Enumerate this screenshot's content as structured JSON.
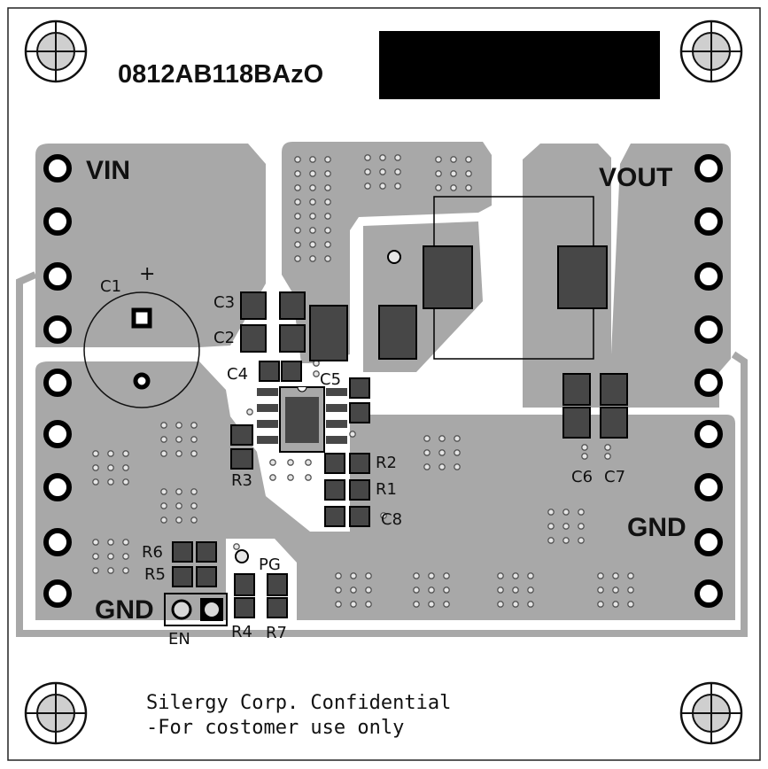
{
  "board": {
    "part_number": "0812AB118BAzO",
    "footer_line1": "Silergy Corp. Confidential",
    "footer_line2": "-For costomer use only",
    "colors": {
      "copper": "#a8a8a8",
      "pad": "#474747",
      "silk": "#111111"
    }
  },
  "nets": {
    "vin": "VIN",
    "vout": "VOUT",
    "gnd_right": "GND",
    "gnd_left": "GND",
    "pg": "PG",
    "en": "EN"
  },
  "components": {
    "c1": "C1",
    "c1_polarity": "+",
    "c2": "C2",
    "c3": "C3",
    "c4": "C4",
    "c5": "C5",
    "c6": "C6",
    "c7": "C7",
    "c8": "C8",
    "r1": "R1",
    "r2": "R2",
    "r3": "R3",
    "r4": "R4",
    "r5": "R5",
    "r6": "R6",
    "r7": "R7"
  }
}
